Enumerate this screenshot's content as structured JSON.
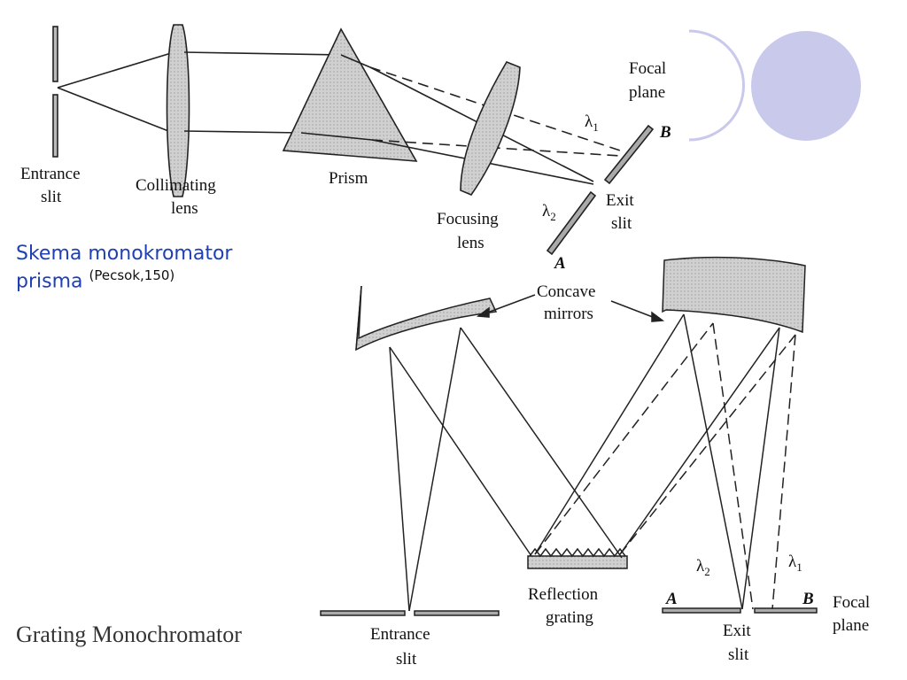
{
  "prism_diagram": {
    "labels": {
      "entrance_slit_1": "Entrance",
      "entrance_slit_2": "slit",
      "collimating_1": "Collimating",
      "collimating_2": "lens",
      "prism": "Prism",
      "focusing_1": "Focusing",
      "focusing_2": "lens",
      "focal_1": "Focal",
      "focal_2": "plane",
      "lambda1": "λ",
      "lambda1_sub": "1",
      "lambda2": "λ",
      "lambda2_sub": "2",
      "b": "B",
      "a": "A",
      "exit_1": "Exit",
      "exit_2": "slit"
    },
    "caption": "Skema monokromator prisma",
    "caption_line1": "Skema monokromator",
    "caption_line2": "prisma",
    "citation": "(Pecsok,150)"
  },
  "grating_diagram": {
    "labels": {
      "concave_1": "Concave",
      "concave_2": "mirrors",
      "reflection_1": "Reflection",
      "reflection_2": "grating",
      "entrance_1": "Entrance",
      "entrance_2": "slit",
      "exit_1": "Exit",
      "exit_2": "slit",
      "focal_1": "Focal",
      "focal_2": "plane",
      "lambda1": "λ",
      "lambda1_sub": "1",
      "lambda2": "λ",
      "lambda2_sub": "2",
      "a": "A",
      "b": "B"
    },
    "title": "Grating Monochromator"
  },
  "colors": {
    "accent": "#1f3fb4",
    "circle_fill": "#c9c9ec",
    "arc_stroke": "#c9c9ec",
    "shade": "#c8c8c8"
  }
}
